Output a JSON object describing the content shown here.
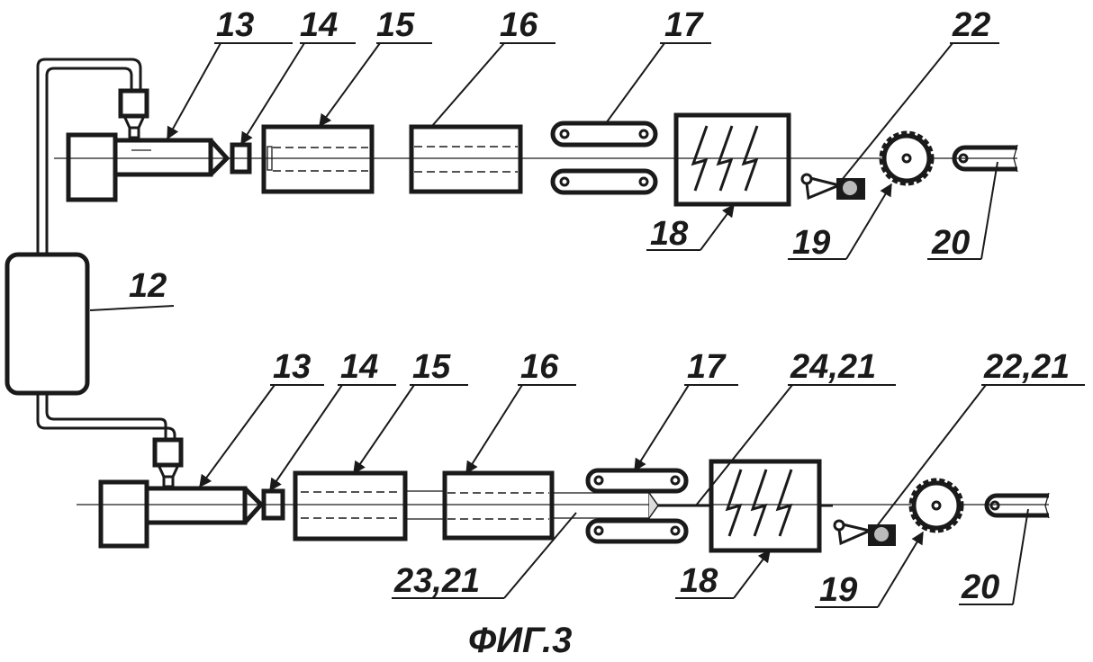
{
  "figure": {
    "caption": "ФИГ.3",
    "shared": {
      "storage_tank": "12"
    },
    "top_line": {
      "extruder": "13",
      "die": "14",
      "calibrator": "15",
      "cooling_bath": "16",
      "haul_off": "17",
      "irradiator": "18",
      "cutter": "19",
      "conveyor": "20",
      "marker": "22"
    },
    "bottom_line": {
      "extruder": "13",
      "die": "14",
      "calibrator": "15",
      "cooling_bath": "16",
      "haul_off": "17",
      "core": "24,21",
      "marker": "22,21",
      "tube": "23,21",
      "irradiator": "18",
      "cutter": "19",
      "conveyor": "20"
    }
  },
  "colors": {
    "ink": "#1a1a1a",
    "paper": "#ffffff"
  }
}
